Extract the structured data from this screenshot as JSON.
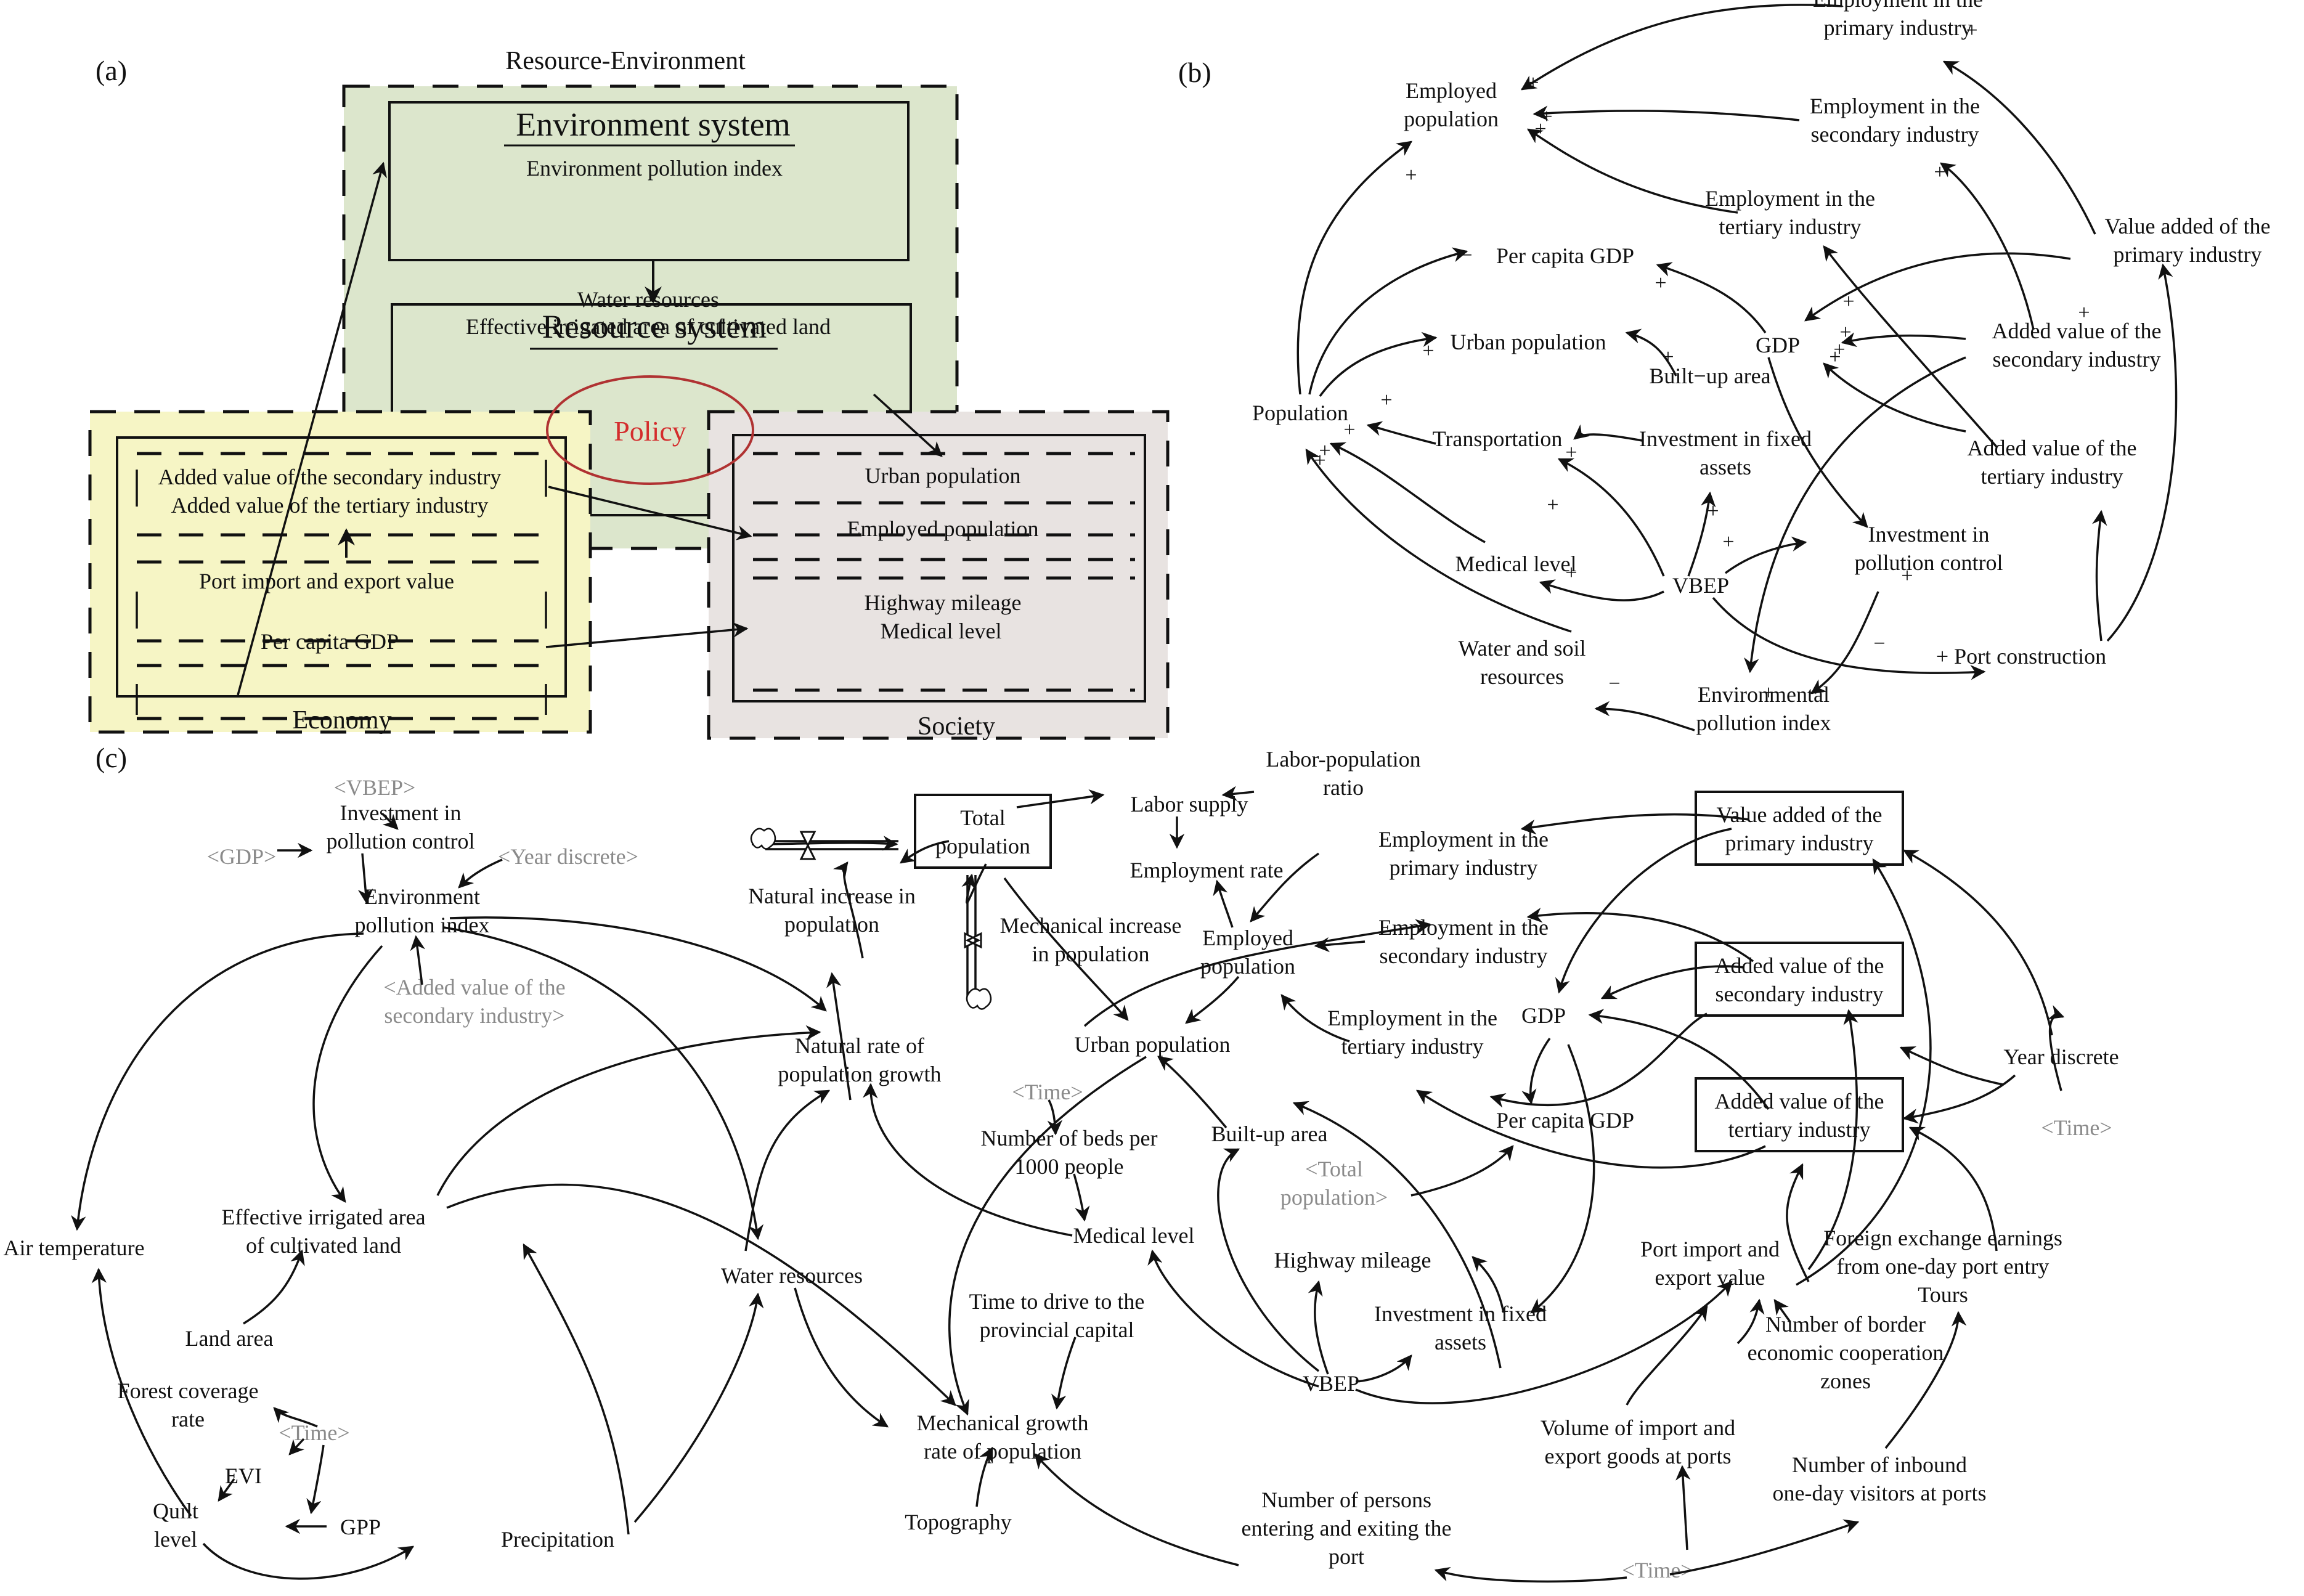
{
  "panel_a": {
    "label": "(a)",
    "groups": {
      "resource_environment": {
        "title": "Resource-Environment",
        "bg": "#dce6cc"
      },
      "economy": {
        "title": "Economy",
        "bg": "#f6f5c5"
      },
      "society": {
        "title": "Society",
        "bg": "#e8e3e1"
      }
    },
    "environment_system": {
      "heading": "Environment system",
      "items": [
        "Environment pollution index"
      ]
    },
    "resource_system": {
      "heading": "Resource system",
      "items": [
        "Water resources",
        "Effective irrigated area of cultivated land"
      ]
    },
    "economy_items": [
      "Added value of the secondary industry",
      "Added value of the tertiary industry",
      "Port import and export value",
      "Per capita GDP"
    ],
    "society_items": [
      "Urban population",
      "Employed population",
      "Highway mileage",
      "Medical level"
    ],
    "policy": {
      "label": "Policy",
      "color": "#d42d2d",
      "ring": "#b03232"
    }
  },
  "panel_b": {
    "label": "(b)",
    "nodes": [
      {
        "id": "emp1",
        "lines": [
          "Employment in the",
          "primary industry"
        ]
      },
      {
        "id": "empPop",
        "lines": [
          "Employed",
          "population"
        ]
      },
      {
        "id": "emp2",
        "lines": [
          "Employment in the",
          "secondary industry"
        ]
      },
      {
        "id": "emp3",
        "lines": [
          "Employment in the",
          "tertiary industry"
        ]
      },
      {
        "id": "va1",
        "lines": [
          "Value added of the",
          "primary industry"
        ]
      },
      {
        "id": "pcgdp",
        "lines": [
          "Per capita GDP"
        ]
      },
      {
        "id": "gdp",
        "lines": [
          "GDP"
        ]
      },
      {
        "id": "av2",
        "lines": [
          "Added value of the",
          "secondary industry"
        ]
      },
      {
        "id": "urban",
        "lines": [
          "Urban population"
        ]
      },
      {
        "id": "built",
        "lines": [
          "Built−up area"
        ]
      },
      {
        "id": "pop",
        "lines": [
          "Population"
        ]
      },
      {
        "id": "trans",
        "lines": [
          "Transportation"
        ]
      },
      {
        "id": "ifa",
        "lines": [
          "Investment in fixed",
          "assets"
        ]
      },
      {
        "id": "av3",
        "lines": [
          "Added value of the",
          "tertiary industry"
        ]
      },
      {
        "id": "ipc",
        "lines": [
          "Investment in",
          "pollution control"
        ]
      },
      {
        "id": "med",
        "lines": [
          "Medical level"
        ]
      },
      {
        "id": "vbep",
        "lines": [
          "VBEP"
        ]
      },
      {
        "id": "port",
        "lines": [
          "+ Port construction"
        ]
      },
      {
        "id": "wsr",
        "lines": [
          "Water and soil",
          "resources"
        ]
      },
      {
        "id": "epi",
        "lines": [
          "Environmental",
          "pollution index"
        ]
      }
    ],
    "signs": [
      "+",
      "+",
      "+",
      "+",
      "+",
      "+",
      "−",
      "+",
      "+",
      "+",
      "+",
      "+",
      "+",
      "+",
      "+",
      "+",
      "+",
      "+",
      "+",
      "+",
      "+",
      "+",
      "+",
      "+",
      "+",
      "−",
      "−",
      "+"
    ]
  },
  "panel_c": {
    "label": "(c)",
    "nodes": [
      {
        "id": "vbepS",
        "lines": [
          "<VBEP>"
        ],
        "shadow": true
      },
      {
        "id": "ipc",
        "lines": [
          "Investment in",
          "pollution control"
        ]
      },
      {
        "id": "gdpS",
        "lines": [
          "<GDP>"
        ],
        "shadow": true
      },
      {
        "id": "ydS",
        "lines": [
          "<Year discrete>"
        ],
        "shadow": true
      },
      {
        "id": "epi",
        "lines": [
          "Environment",
          "pollution index"
        ]
      },
      {
        "id": "av2S",
        "lines": [
          "<Added value of the",
          "secondary industry>"
        ],
        "shadow": true
      },
      {
        "id": "air",
        "lines": [
          "Air temperature"
        ]
      },
      {
        "id": "eia",
        "lines": [
          "Effective irrigated area",
          "of cultivated land"
        ]
      },
      {
        "id": "land",
        "lines": [
          "Land area"
        ]
      },
      {
        "id": "forest",
        "lines": [
          "Forest coverage",
          "rate"
        ]
      },
      {
        "id": "timeS1",
        "lines": [
          "<Time>"
        ],
        "shadow": true
      },
      {
        "id": "evi",
        "lines": [
          "EVI"
        ]
      },
      {
        "id": "gpp",
        "lines": [
          "GPP"
        ]
      },
      {
        "id": "quilt",
        "lines": [
          "Quilt",
          "level"
        ]
      },
      {
        "id": "precip",
        "lines": [
          "Precipitation"
        ]
      },
      {
        "id": "water",
        "lines": [
          "Water resources"
        ]
      },
      {
        "id": "nip",
        "lines": [
          "Natural increase in",
          "population"
        ]
      },
      {
        "id": "nrpg",
        "lines": [
          "Natural rate of",
          "population growth"
        ]
      },
      {
        "id": "totpop",
        "lines": [
          "Total",
          "population"
        ],
        "stock": true
      },
      {
        "id": "mip",
        "lines": [
          "Mechanical increase",
          "in population"
        ]
      },
      {
        "id": "labor",
        "lines": [
          "Labor supply"
        ]
      },
      {
        "id": "lpr",
        "lines": [
          "Labor-population",
          "ratio"
        ]
      },
      {
        "id": "emprate",
        "lines": [
          "Employment rate"
        ]
      },
      {
        "id": "emppop",
        "lines": [
          "Employed",
          "population"
        ]
      },
      {
        "id": "urban",
        "lines": [
          "Urban population"
        ]
      },
      {
        "id": "timeS2",
        "lines": [
          "<Time>"
        ],
        "shadow": true
      },
      {
        "id": "beds",
        "lines": [
          "Number of beds per",
          "1000 people"
        ]
      },
      {
        "id": "med",
        "lines": [
          "Medical level"
        ]
      },
      {
        "id": "built",
        "lines": [
          "Built-up area"
        ]
      },
      {
        "id": "totS",
        "lines": [
          "<Total",
          "population>"
        ],
        "shadow": true
      },
      {
        "id": "highway",
        "lines": [
          "Highway mileage"
        ]
      },
      {
        "id": "drive",
        "lines": [
          "Time to drive to the",
          "provincial capital"
        ]
      },
      {
        "id": "mgrp",
        "lines": [
          "Mechanical growth",
          "rate of population"
        ]
      },
      {
        "id": "topo",
        "lines": [
          "Topography"
        ]
      },
      {
        "id": "vbep",
        "lines": [
          "VBEP"
        ]
      },
      {
        "id": "ifa",
        "lines": [
          "Investment in fixed",
          "assets"
        ]
      },
      {
        "id": "emp1",
        "lines": [
          "Employment in the",
          "primary industry"
        ]
      },
      {
        "id": "emp2",
        "lines": [
          "Employment in the",
          "secondary industry"
        ]
      },
      {
        "id": "emp3",
        "lines": [
          "Employment in the",
          "tertiary industry"
        ]
      },
      {
        "id": "gdp",
        "lines": [
          "GDP"
        ]
      },
      {
        "id": "pcgdp",
        "lines": [
          "Per capita GDP"
        ]
      },
      {
        "id": "va1",
        "lines": [
          "Value added of the",
          "primary industry"
        ],
        "stock": true
      },
      {
        "id": "av2",
        "lines": [
          "Added value of the",
          "secondary industry"
        ],
        "stock": true
      },
      {
        "id": "av3",
        "lines": [
          "Added value of the",
          "tertiary industry"
        ],
        "stock": true
      },
      {
        "id": "yd",
        "lines": [
          "Year discrete"
        ]
      },
      {
        "id": "timeS3",
        "lines": [
          "<Time>"
        ],
        "shadow": true
      },
      {
        "id": "piev",
        "lines": [
          "Port import and",
          "export value"
        ]
      },
      {
        "id": "fx",
        "lines": [
          "Foreign exchange earnings",
          "from one-day port entry",
          "Tours"
        ]
      },
      {
        "id": "border",
        "lines": [
          "Number of border",
          "economic cooperation",
          "zones"
        ]
      },
      {
        "id": "vol",
        "lines": [
          "Volume of import and",
          "export goods at ports"
        ]
      },
      {
        "id": "inbound",
        "lines": [
          "Number of inbound",
          "one-day visitors at ports"
        ]
      },
      {
        "id": "persons",
        "lines": [
          "Number of persons",
          "entering and exiting the",
          "port"
        ]
      },
      {
        "id": "timeS4",
        "lines": [
          "<Time>"
        ],
        "shadow": true
      }
    ]
  }
}
